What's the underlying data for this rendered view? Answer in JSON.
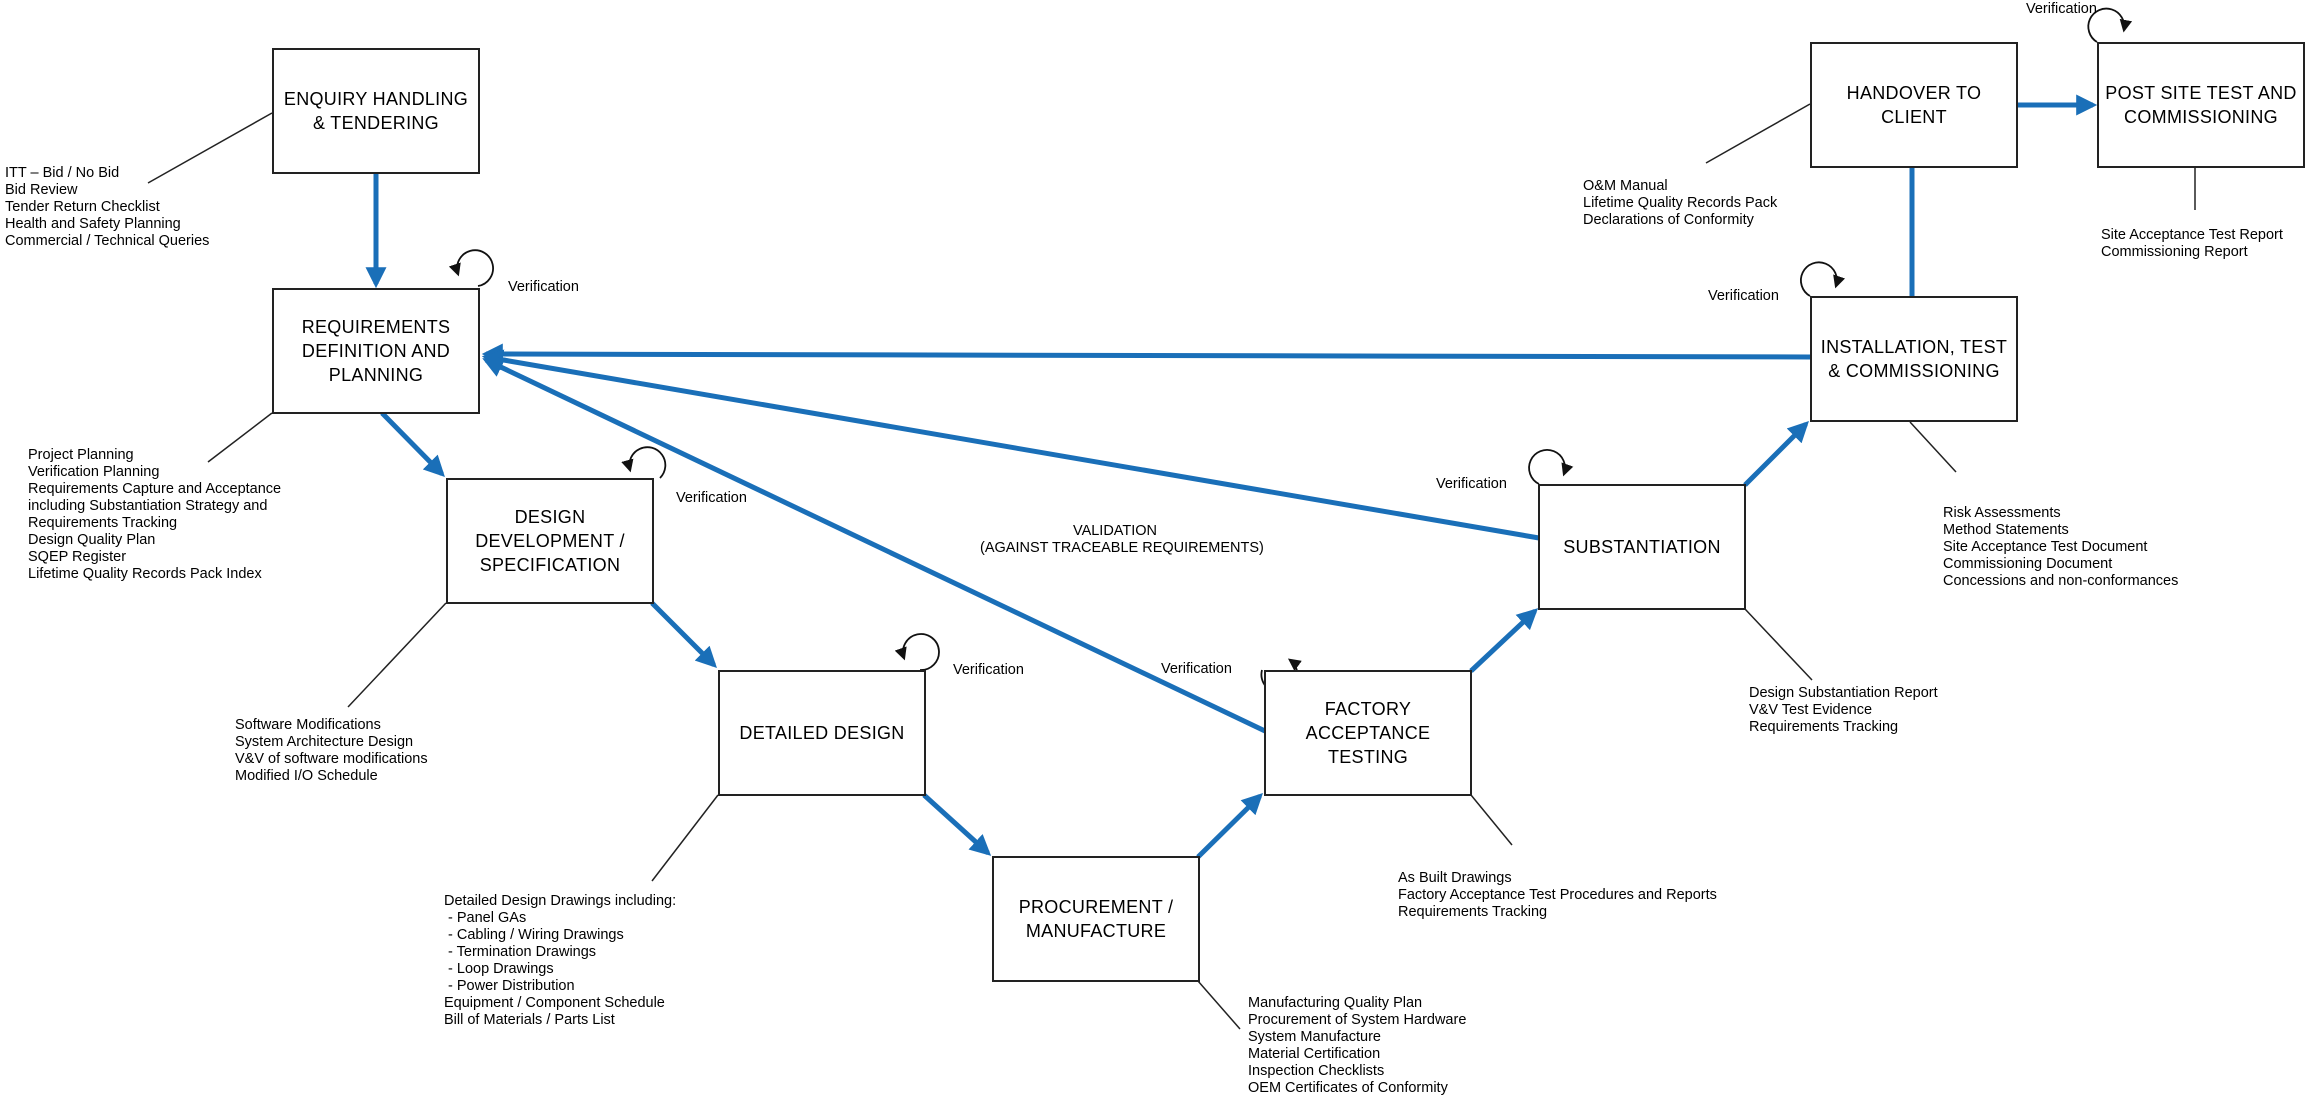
{
  "boxes": {
    "enquiry": "ENQUIRY HANDLING\n& TENDERING",
    "requirements": "REQUIREMENTS\nDEFINITION AND\nPLANNING",
    "design_dev": "DESIGN\nDEVELOPMENT /\nSPECIFICATION",
    "detailed_design": "DETAILED DESIGN",
    "procurement": "PROCUREMENT /\nMANUFACTURE",
    "fat": "FACTORY\nACCEPTANCE TESTING",
    "substantiation": "SUBSTANTIATION",
    "installation": "INSTALLATION, TEST\n& COMMISSIONING",
    "handover": "HANDOVER TO\nCLIENT",
    "post_site": "POST SITE TEST AND\nCOMMISSIONING"
  },
  "verification_label": "Verification",
  "validation_label": {
    "line1": "VALIDATION",
    "line2": "(AGAINST TRACEABLE REQUIREMENTS)"
  },
  "notes": {
    "enquiry": [
      "ITT – Bid / No Bid",
      "Bid Review",
      "Tender Return Checklist",
      "Health and Safety Planning",
      "Commercial / Technical Queries"
    ],
    "requirements": [
      "Project Planning",
      "Verification Planning",
      "Requirements Capture and Acceptance",
      "including Substantiation Strategy and",
      "Requirements Tracking",
      "Design Quality Plan",
      "SQEP Register",
      "Lifetime Quality Records Pack Index"
    ],
    "design_dev": [
      "Software Modifications",
      "System Architecture Design",
      "V&V of software modifications",
      "Modified I/O Schedule"
    ],
    "detailed_design": [
      "Detailed Design Drawings including:",
      " - Panel GAs",
      " - Cabling / Wiring Drawings",
      " - Termination Drawings",
      " - Loop Drawings",
      " - Power Distribution",
      "Equipment / Component Schedule",
      "Bill of Materials / Parts List"
    ],
    "procurement": [
      "Manufacturing Quality Plan",
      "Procurement of System Hardware",
      "System Manufacture",
      "Material Certification",
      "Inspection Checklists",
      "OEM Certificates of Conformity"
    ],
    "fat": [
      "As Built Drawings",
      "Factory Acceptance Test Procedures and Reports",
      "Requirements Tracking"
    ],
    "substantiation": [
      "Design Substantiation Report",
      "V&V Test Evidence",
      "Requirements Tracking"
    ],
    "installation": [
      "Risk Assessments",
      "Method Statements",
      "Site Acceptance Test Document",
      "Commissioning Document",
      "Concessions and non-conformances"
    ],
    "handover": [
      "O&M Manual",
      "Lifetime Quality Records Pack",
      "Declarations of Conformity"
    ],
    "post_site": [
      "Site Acceptance Test Report",
      "Commissioning Report"
    ]
  },
  "colors": {
    "arrow": "#1a6fb8",
    "line": "#222222"
  }
}
